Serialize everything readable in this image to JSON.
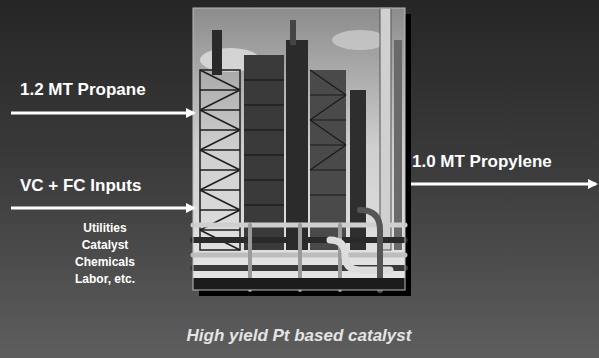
{
  "diagram": {
    "caption": "High yield Pt based catalyst",
    "labels": [
      "1.2 MT Propane",
      "VC + FC Inputs",
      "Utilities",
      "Catalyst",
      "Chemicals",
      "Labor, etc.",
      "1.0 MT Propylene"
    ]
  }
}
